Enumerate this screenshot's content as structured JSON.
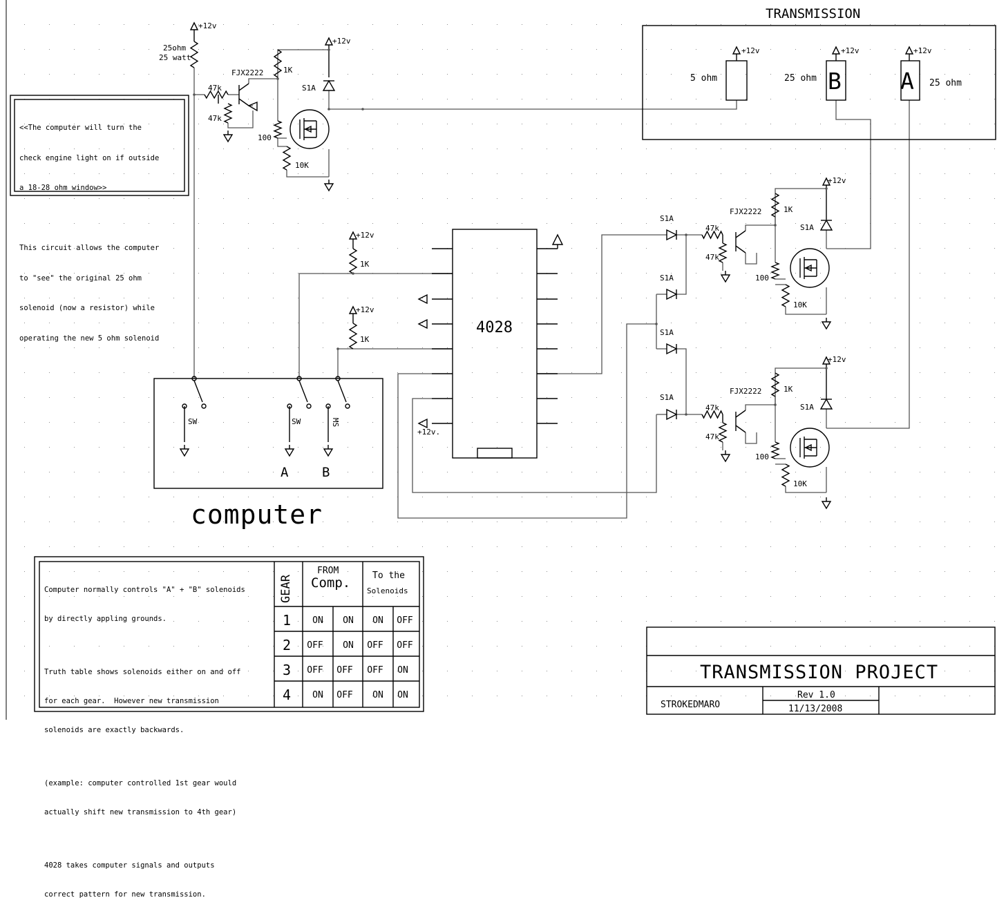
{
  "labels": {
    "supply": "+12v",
    "supply_alt": "+12v.",
    "r_25ohm": "25ohm",
    "r_25watt": "25 watt",
    "transistor": "FJX2222",
    "r_47k": "47k",
    "r_1k": "1K",
    "r_100": "100",
    "r_10k": "10K",
    "diode": "S1A",
    "chip": "4028",
    "switch": "SW",
    "switch_rot": "MS",
    "sol_a_out": "A",
    "sol_b_out": "B",
    "computer": "computer",
    "transmission": "TRANSMISSION",
    "sol_5ohm": "5 ohm",
    "sol_25ohm": "25 ohm",
    "sol_b": "B",
    "sol_a": "A"
  },
  "note_top": {
    "lines": [
      "<<The computer will turn the",
      "check engine light on if outside",
      "a 18-28 ohm window>>",
      "",
      "This circuit allows the computer",
      "to \"see\" the original 25 ohm",
      "solenoid (now a resistor) while",
      "operating the new 5 ohm solenoid"
    ]
  },
  "note_bottom": {
    "lines": [
      "Computer normally controls \"A\" + \"B\" solenoids",
      "by directly appling grounds.",
      "",
      "Truth table shows solenoids either on and off",
      "for each gear.  However new transmission",
      "solenoids are exactly backwards.",
      "",
      "(example: computer controlled 1st gear would",
      "actually shift new transmission to 4th gear)",
      "",
      "4028 takes computer signals and outputs",
      "correct pattern for new transmission."
    ]
  },
  "truth_table": {
    "gear_header": "GEAR",
    "from_header_1": "FROM",
    "from_header_2": "Comp.",
    "to_header_1": "To the",
    "to_header_2": "Solenoids",
    "rows": [
      {
        "gear": "1",
        "cells": [
          "ON",
          "ON",
          "ON",
          "OFF"
        ]
      },
      {
        "gear": "2",
        "cells": [
          "OFF",
          "ON",
          "OFF",
          "OFF"
        ]
      },
      {
        "gear": "3",
        "cells": [
          "OFF",
          "OFF",
          "OFF",
          "ON"
        ]
      },
      {
        "gear": "4",
        "cells": [
          "ON",
          "OFF",
          "ON",
          "ON"
        ]
      }
    ]
  },
  "title_block": {
    "title": "TRANSMISSION PROJECT",
    "author": "STROKEDMARO",
    "revision": "Rev 1.0",
    "date": "11/13/2008"
  }
}
